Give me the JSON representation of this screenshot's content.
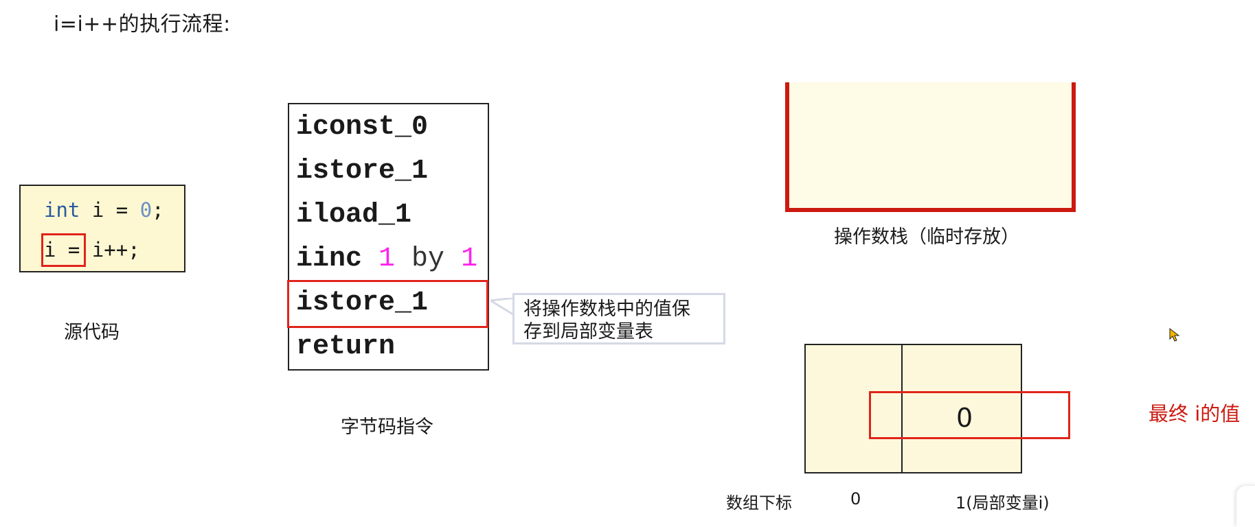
{
  "title": "i=i++的执行流程:",
  "source_code": {
    "lines": [
      {
        "keyword": "int",
        "rest_before": " i = ",
        "number": "0",
        "rest_after": ";"
      },
      {
        "highlight": "i =",
        "rest": " i++;"
      }
    ],
    "label": "源代码"
  },
  "bytecode": {
    "lines": [
      "iconst_0",
      "istore_1",
      "iload_1"
    ],
    "iinc": {
      "op": "iinc ",
      "a": "1",
      "by": " by ",
      "b": "1"
    },
    "highlighted": "istore_1",
    "last": "return",
    "label": "字节码指令"
  },
  "callout": {
    "line1": "将操作数栈中的值保",
    "line2": "存到局部变量表"
  },
  "operand_stack": {
    "label": "操作数栈（临时存放）",
    "items": []
  },
  "local_variable_table": {
    "index_label": "数组下标",
    "slots": [
      {
        "index": "0",
        "value": ""
      },
      {
        "index": "1(局部变量i)",
        "value": "0"
      }
    ],
    "final_label": "最终 i的值"
  },
  "colors": {
    "highlight_red": "#e0241a",
    "stack_red": "#cc1a10",
    "box_fill": "#fdf8d2",
    "keyword_blue": "#2b5a9e",
    "magenta": "#ff22ee"
  }
}
